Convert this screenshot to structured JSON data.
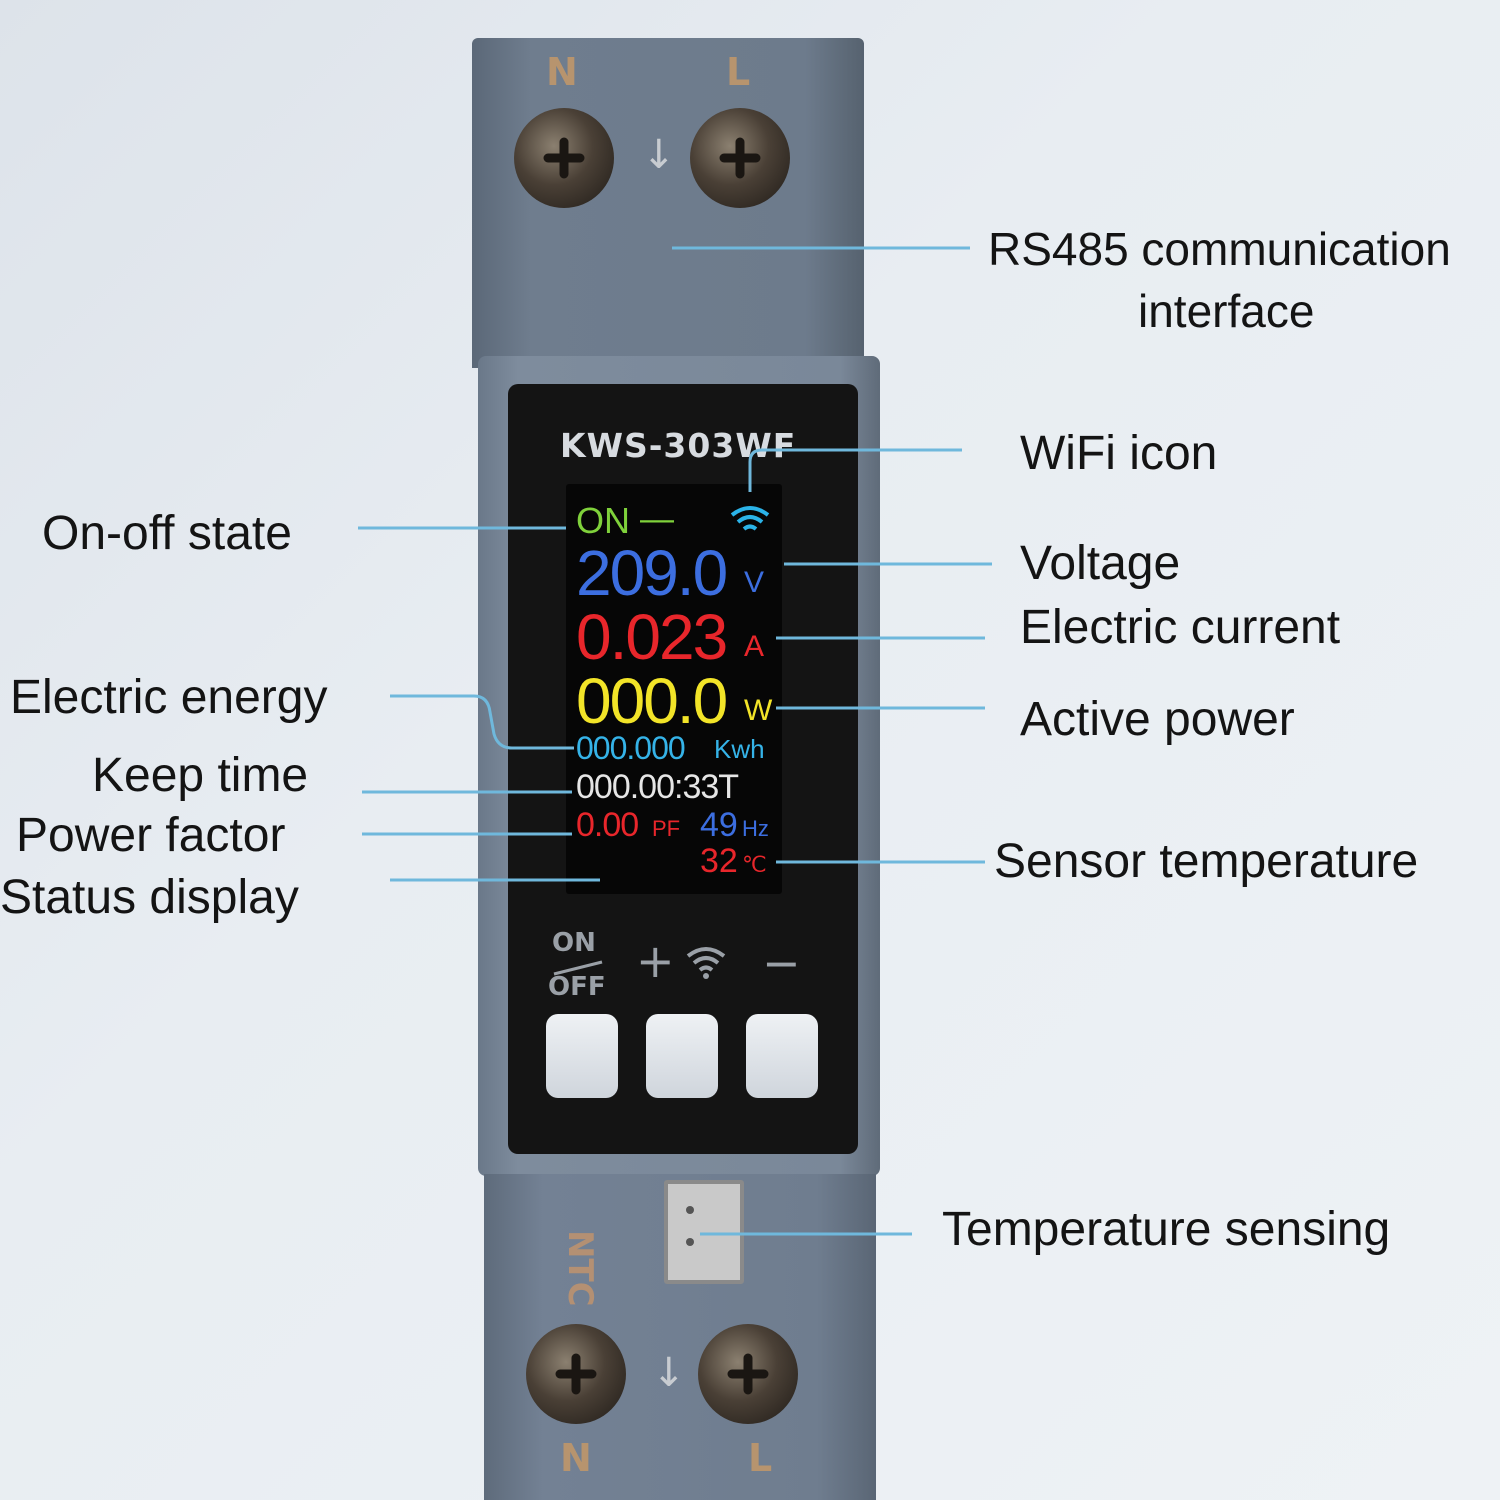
{
  "device": {
    "model": "KWS-303WF",
    "top_terminals": [
      "N",
      "L"
    ],
    "bottom_terminals": [
      "N",
      "L"
    ],
    "ntc_label": "NTC",
    "buttons": {
      "on_label": "ON",
      "off_label": "OFF",
      "plus_label": "+",
      "minus_label": "−"
    }
  },
  "display": {
    "state": "ON",
    "state_dash": "—",
    "voltage": "209.0",
    "voltage_unit": "V",
    "current": "0.023",
    "current_unit": "A",
    "power": "000.0",
    "power_unit": "W",
    "energy": "000.000",
    "energy_unit": "Kwh",
    "keep_time": "000.00:33T",
    "power_factor": "0.00",
    "power_factor_unit": "PF",
    "frequency": "49",
    "frequency_unit": "Hz",
    "temperature": "32",
    "temperature_unit": "℃",
    "colors": {
      "state": "#7fd13b",
      "voltage": "#3c6ee0",
      "current": "#e8262b",
      "power": "#f2e428",
      "energy": "#35b3e8",
      "keep_time": "#e6e6e6",
      "power_factor": "#e8262b",
      "frequency": "#3c6ee0",
      "temperature": "#e8262b",
      "wifi": "#2bb3e8"
    }
  },
  "callouts": {
    "rs485_line1": "RS485 communication",
    "rs485_line2": "interface",
    "wifi": "WiFi icon",
    "voltage": "Voltage",
    "current": "Electric current",
    "active_power": "Active power",
    "sensor_temp": "Sensor temperature",
    "temp_sensing": "Temperature sensing",
    "on_off": "On-off state",
    "energy": "Electric energy",
    "keep_time": "Keep time",
    "power_factor": "Power factor",
    "status_display": "Status display",
    "leader_color": "#6fb8dc"
  }
}
